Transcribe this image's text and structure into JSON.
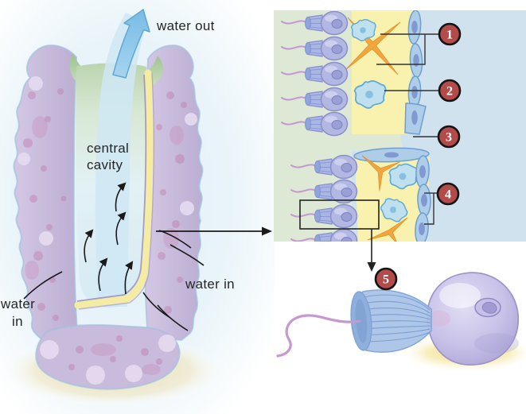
{
  "figure": {
    "description": "Sponge body plan with magnified body-wall cross section and magnified collar cell",
    "labels": {
      "water_out": "water out",
      "central_cavity_line1": "central",
      "central_cavity_line2": "cavity",
      "water_in_left_line1": "water",
      "water_in_left_line2": "in",
      "water_in_right": "water in"
    },
    "callouts": [
      {
        "number": "1"
      },
      {
        "number": "2"
      },
      {
        "number": "3"
      },
      {
        "number": "4"
      },
      {
        "number": "5"
      }
    ],
    "colors": {
      "callout_red": "#b34b4b",
      "spicule_orange": "#f2a63e",
      "mesohyl_yellow": "#f8f2ae",
      "cavity_green": "#dde8d5",
      "outside_water_blue": "#cfe2ee",
      "sponge_lavender": "#c6b9da",
      "flow_arrow_blue": "#8ec8ec"
    }
  }
}
